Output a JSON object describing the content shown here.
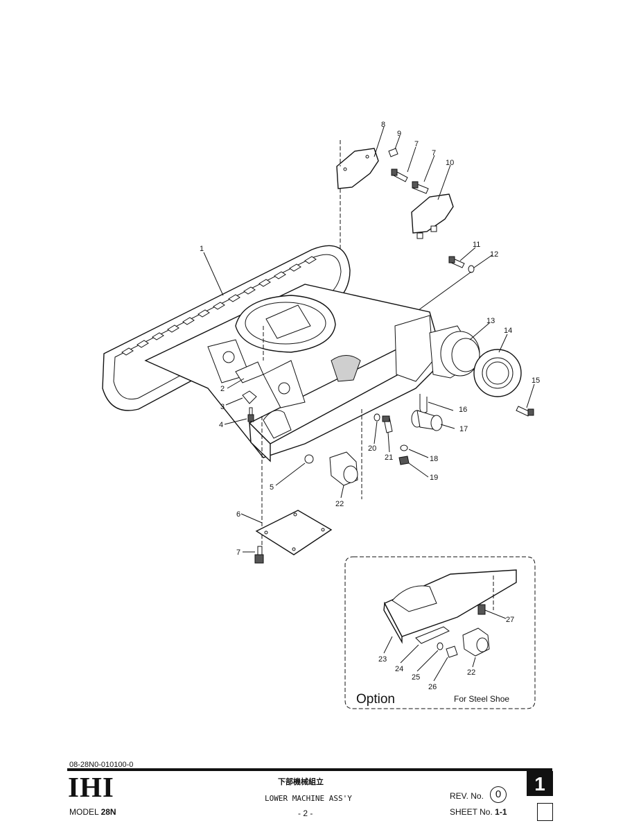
{
  "callouts": {
    "c1": "1",
    "c2": "2",
    "c3": "3",
    "c4": "4",
    "c5": "5",
    "c6": "6",
    "c7a": "7",
    "c7b": "7",
    "c7c": "7",
    "c8": "8",
    "c9": "9",
    "c10": "10",
    "c11": "11",
    "c12": "12",
    "c13": "13",
    "c14": "14",
    "c15": "15",
    "c16": "16",
    "c17": "17",
    "c18": "18",
    "c19": "19",
    "c20": "20",
    "c21": "21",
    "c22a": "22",
    "c22b": "22",
    "c23": "23",
    "c24": "24",
    "c25": "25",
    "c26": "26",
    "c27": "27"
  },
  "option": {
    "title": "Option",
    "subtitle": "For Steel Shoe"
  },
  "title_block": {
    "doc_number": "08-28N0-010100-0",
    "brand": "IHI",
    "model_prefix": "MODEL",
    "model_value": "28N",
    "title_jp": "下部機械組立",
    "title_en": "LOWER MACHINE ASS'Y",
    "page": "- 2 -",
    "rev_label": "REV. No.",
    "rev_value": "0",
    "sheet_label": "SHEET No.",
    "sheet_value": "1-1",
    "section": "1"
  }
}
